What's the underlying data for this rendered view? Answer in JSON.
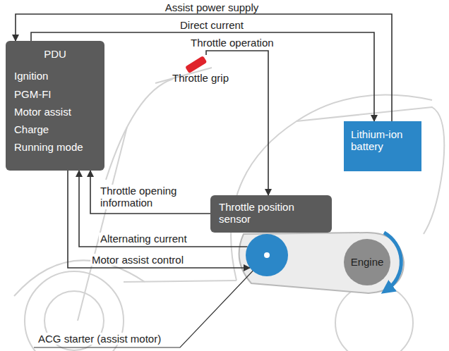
{
  "diagram": {
    "nodes": [
      {
        "text": [
          "PDU",
          "Ignition",
          "PGM-FI",
          "Motor assist",
          "Charge",
          "Running mode"
        ]
      },
      {
        "text": [
          "Throttle grip"
        ]
      },
      {
        "text": [
          "Lithium-ion battery"
        ]
      },
      {
        "text": [
          "Throttle position sensor"
        ]
      },
      {
        "text": [
          "ACG starter (assist motor)"
        ]
      },
      {
        "text": [
          "Engine"
        ]
      }
    ],
    "edges": [
      {
        "from": 2,
        "to": 0,
        "label": "Assist power supply",
        "arrow": "to"
      },
      {
        "from": 0,
        "to": 2,
        "label": "Direct current",
        "arrow": "to"
      },
      {
        "from": 1,
        "to": 3,
        "label": "Throttle operation",
        "arrow": "to"
      },
      {
        "from": 3,
        "to": 0,
        "label": "Throttle opening information",
        "arrow": "to"
      },
      {
        "from": 4,
        "to": 0,
        "label": "Alternating current",
        "arrow": "to"
      },
      {
        "from": 0,
        "to": 4,
        "label": "Motor assist control",
        "arrow": "to"
      }
    ]
  }
}
